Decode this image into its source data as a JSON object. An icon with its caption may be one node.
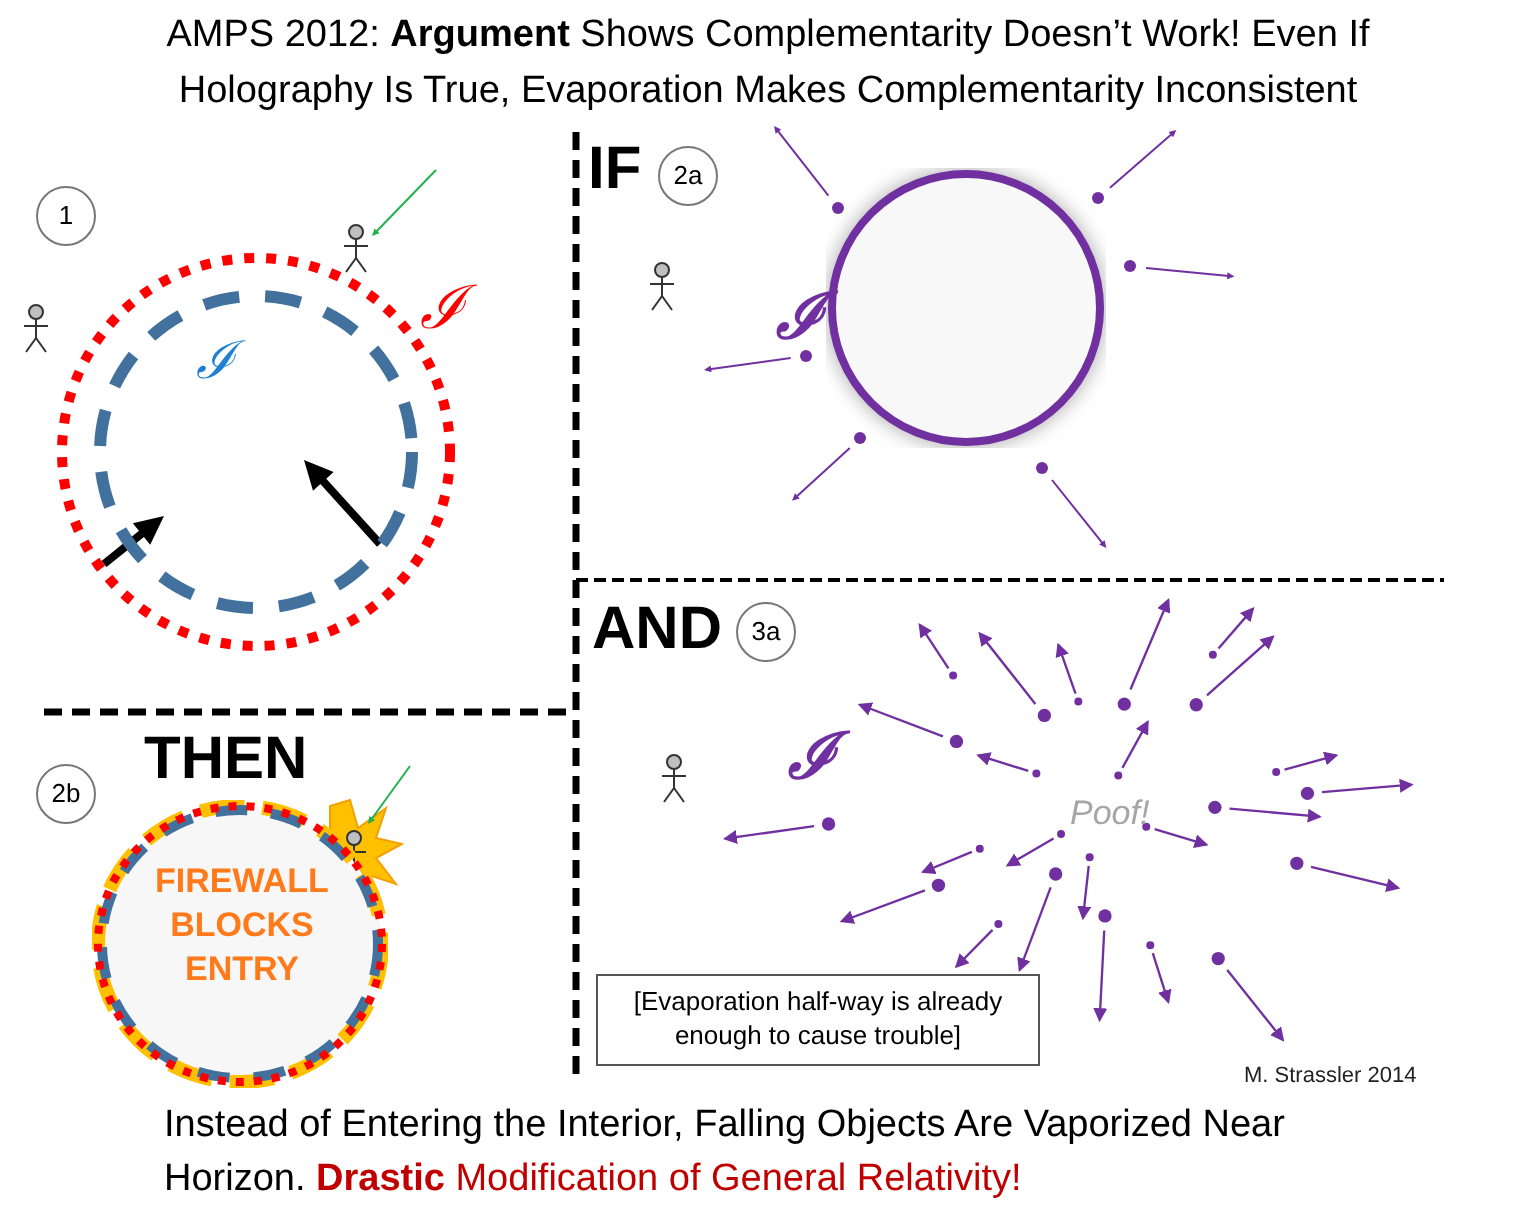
{
  "diagram": {
    "title": "AMPS 2012: **Argument** Shows Complementarity Doesn’t Work! Even If Holography Is True, Evaporation Makes Complementarity Inconsistent",
    "caption": "Instead of Entering the Interior, Falling Objects Are Vaporized Near Horizon.",
    "nodes": [
      {
        "text": [
          "1"
        ]
      },
      {
        "text": [],
        "shape": "circle"
      },
      {
        "text": [
          "2a"
        ]
      },
      {
        "text": [],
        "shape": "circle"
      },
      {
        "text": [
          "2b"
        ]
      },
      {
        "text": [
          "FIREWALL BLOCKS ENTRY"
        ]
      },
      {
        "text": [
          "3a"
        ]
      },
      {
        "text": [
          "[Evaporation half-way is already enough to cause trouble]"
        ]
      }
    ],
    "labels": [
      "ℐ",
      "ℐ",
      "IF",
      "ℐ",
      "THEN",
      "AND",
      "ℐ",
      "Poof!",
      "M. Strassler 2014",
      "**Drastic** Modification of General Relativity!"
    ]
  }
}
